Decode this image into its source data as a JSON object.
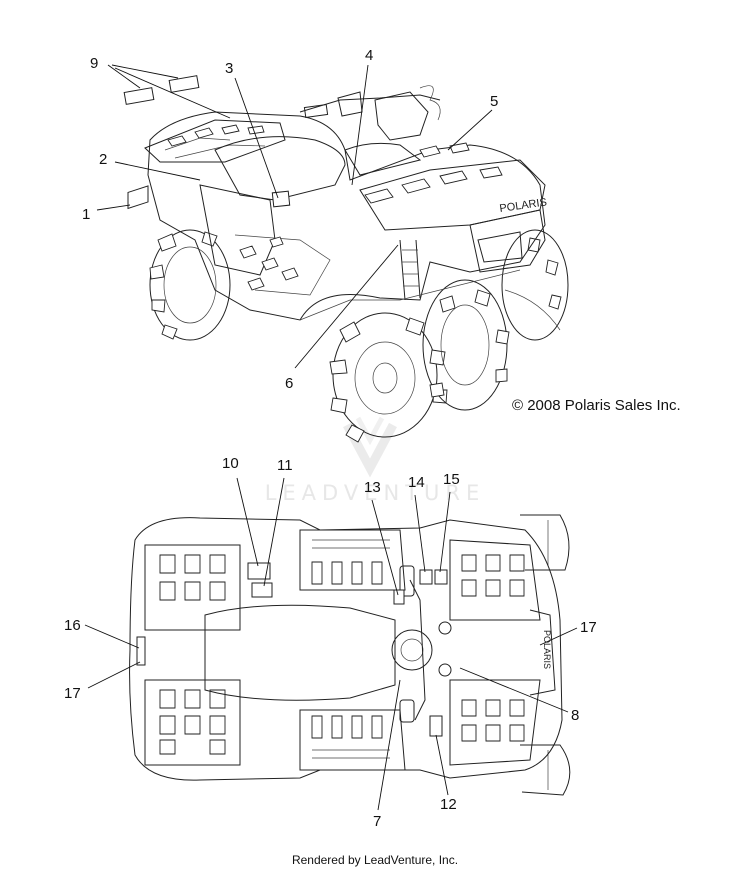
{
  "callouts": {
    "c1": "1",
    "c2": "2",
    "c3": "3",
    "c4": "4",
    "c5": "5",
    "c6": "6",
    "c9": "9",
    "c10": "10",
    "c11": "11",
    "c13": "13",
    "c14": "14",
    "c15": "15",
    "c16": "16",
    "c17_left": "17",
    "c17_right": "17",
    "c7": "7",
    "c8": "8",
    "c12": "12"
  },
  "copyright": "© 2008 Polaris Sales Inc.",
  "watermark": "LEADVENTURE",
  "footer": "Rendered by LeadVenture, Inc.",
  "decal_text": "POLARIS"
}
